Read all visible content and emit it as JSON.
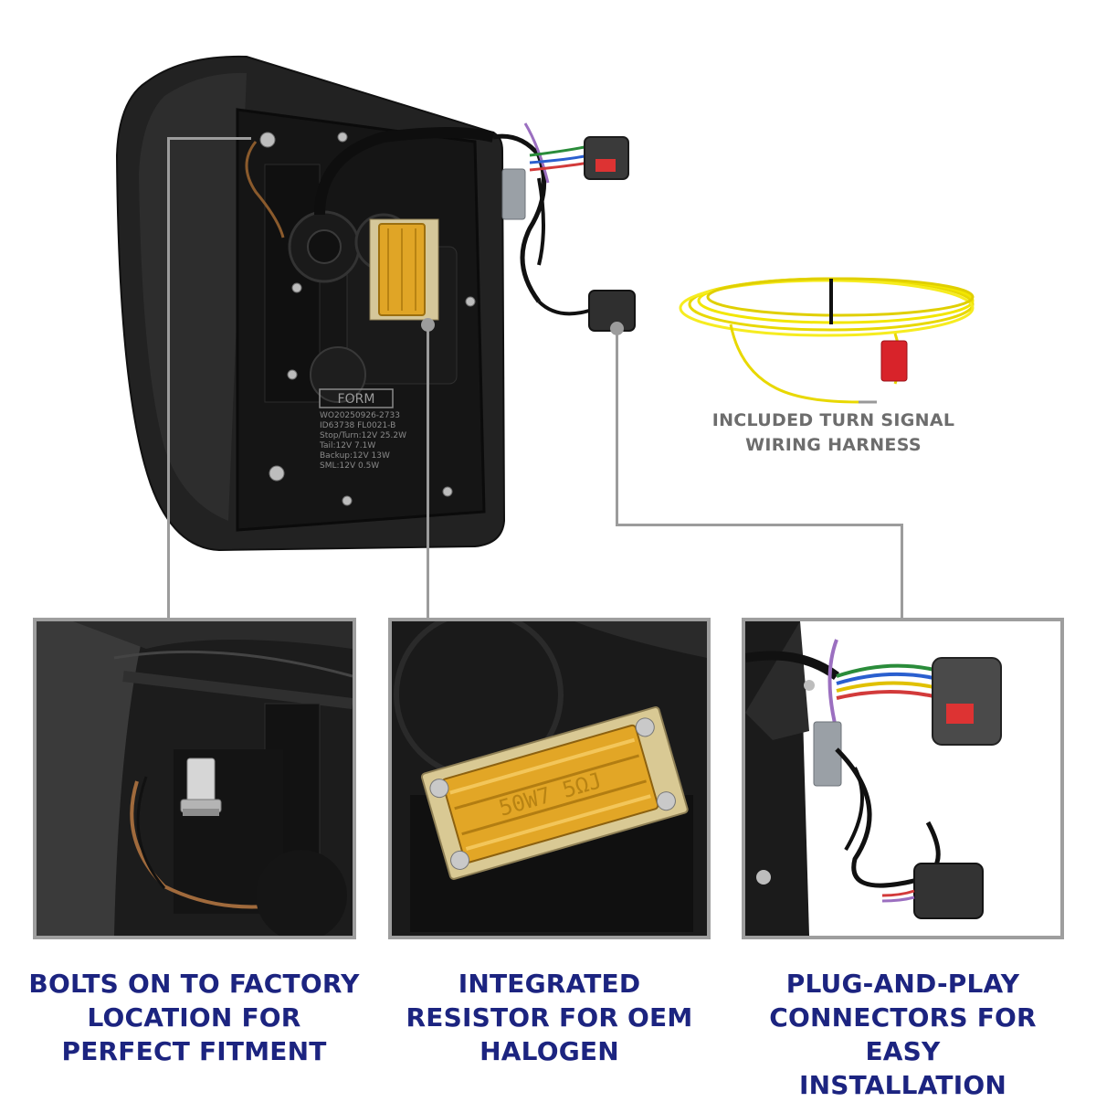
{
  "product": {
    "housing_label": {
      "brand": "FORM",
      "lines": [
        "WO20250926-2733",
        "ID63738 FL0021-B",
        "Stop/Turn:12V 25.2W",
        "Tail:12V 7.1W",
        "Backup:12V 13W",
        "SML:12V 0.5W"
      ]
    },
    "resistor_marking": "50W7 5ΩJ"
  },
  "harness_callout": {
    "lines": [
      "INCLUDED TURN SIGNAL",
      "WIRING HARNESS"
    ]
  },
  "features": [
    {
      "lines": [
        "BOLTS ON TO FACTORY",
        "LOCATION FOR",
        "PERFECT FITMENT"
      ]
    },
    {
      "lines": [
        "INTEGRATED",
        "RESISTOR FOR OEM",
        "HALOGEN"
      ]
    },
    {
      "lines": [
        "PLUG-AND-PLAY",
        "CONNECTORS FOR EASY",
        "INSTALLATION"
      ]
    }
  ],
  "colors": {
    "heading_navy": "#1c2480",
    "callout_gray": "#6d6d6d",
    "frame_gray": "#9e9e9e",
    "housing_black": "#1e1e1e",
    "resistor_gold": "#e0a526",
    "wire_yellow": "#f2e600"
  }
}
